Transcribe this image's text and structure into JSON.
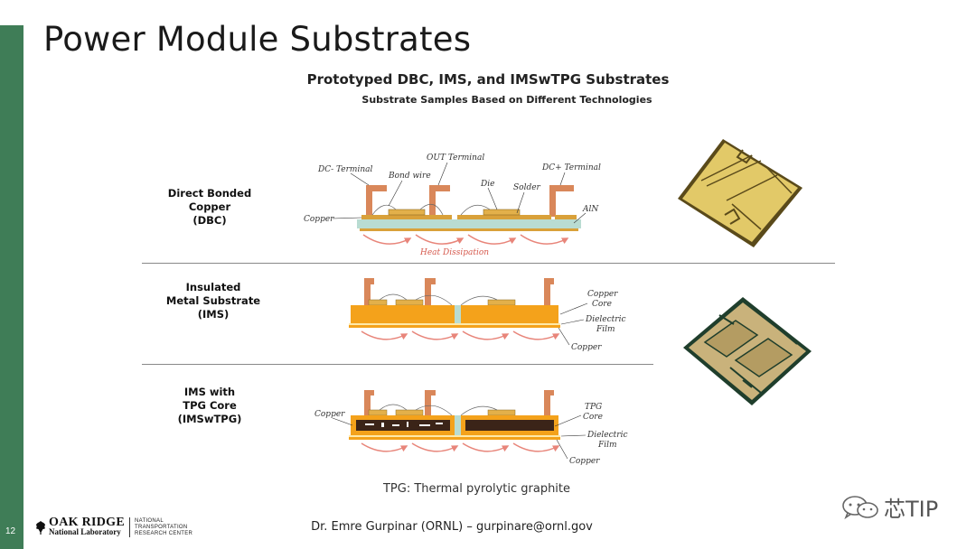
{
  "slide": {
    "title": "Power Module Substrates",
    "subtitle": "Prototyped DBC, IMS, and IMSwTPG Substrates",
    "caption": "Substrate Samples Based on Different Technologies",
    "page_number": "12",
    "note": "TPG: Thermal pyrolytic graphite",
    "footer": "Dr. Emre Gurpinar (ORNL) – gurpinare@ornl.gov",
    "watermark": "芯TIP"
  },
  "logo": {
    "line1": "OAK RIDGE",
    "line2": "National Laboratory",
    "ntrc": [
      "NATIONAL",
      "TRANSPORTATION",
      "RESEARCH CENTER"
    ]
  },
  "rows": [
    {
      "label_lines": [
        "Direct Bonded",
        "Copper",
        "(DBC)"
      ]
    },
    {
      "label_lines": [
        "Insulated",
        "Metal Substrate",
        "(IMS)"
      ]
    },
    {
      "label_lines": [
        "IMS with",
        "TPG Core",
        "(IMSwTPG)"
      ]
    }
  ],
  "diagram_labels": {
    "dbc": {
      "dc_minus": "DC- Terminal",
      "bond_wire": "Bond wire",
      "out_terminal": "OUT Terminal",
      "die": "Die",
      "solder": "Solder",
      "dc_plus": "DC+ Terminal",
      "copper": "Copper",
      "aln": "AlN",
      "heat": "Heat Dissipation"
    },
    "ims": {
      "copper_core_1": "Copper",
      "copper_core_2": "Core",
      "dielectric_1": "Dielectric",
      "dielectric_2": "Film",
      "copper": "Copper"
    },
    "imswtpg": {
      "copper_left": "Copper",
      "tpg_1": "TPG",
      "tpg_2": "Core",
      "dielectric_1": "Dielectric",
      "dielectric_2": "Film",
      "copper": "Copper"
    }
  },
  "colors": {
    "accent_green": "#3f7d57",
    "terminal": "#d9875a",
    "ceramic": "#b9dcd2",
    "copper_core": "#f4a21b",
    "tpg": "#3b2418",
    "heat_arrow": "#e8857a"
  }
}
